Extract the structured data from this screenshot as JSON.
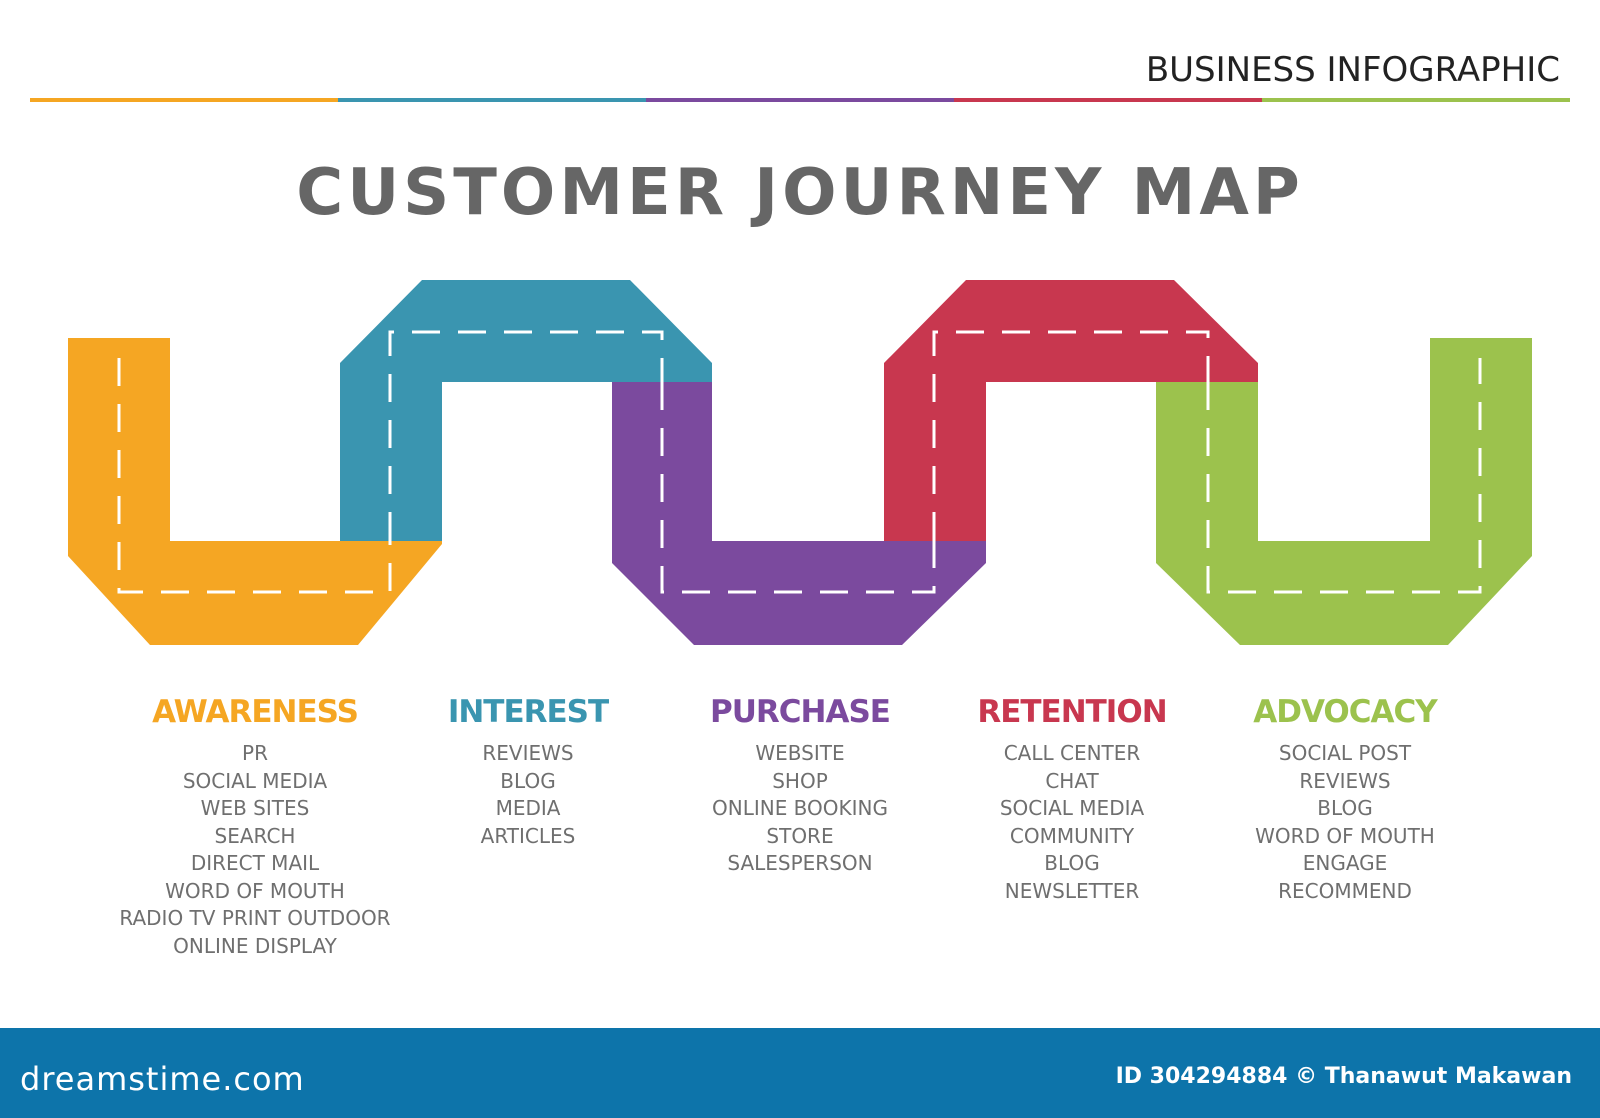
{
  "header": {
    "title": "BUSINESS INFOGRAPHIC",
    "rule_colors": [
      "#f5a623",
      "#3a95b0",
      "#7b4a9e",
      "#c8374f",
      "#9cc24d"
    ]
  },
  "title": "CUSTOMER JOURNEY MAP",
  "colors": {
    "awareness": "#f5a623",
    "interest": "#3a95b0",
    "purchase": "#7b4a9e",
    "retention": "#c8374f",
    "advocacy": "#9cc24d",
    "lane_marking": "#ffffff",
    "footer": "#0d74aa"
  },
  "stages": [
    {
      "name": "AWARENESS",
      "color": "#f5a623",
      "items": [
        "PR",
        "SOCIAL MEDIA",
        "WEB SITES",
        "SEARCH",
        "DIRECT MAIL",
        "WORD OF MOUTH",
        "RADIO TV PRINT OUTDOOR",
        "ONLINE DISPLAY"
      ]
    },
    {
      "name": "INTEREST",
      "color": "#3a95b0",
      "items": [
        "REVIEWS",
        "BLOG",
        "MEDIA",
        "ARTICLES"
      ]
    },
    {
      "name": "PURCHASE",
      "color": "#7b4a9e",
      "items": [
        "WEBSITE",
        "SHOP",
        "ONLINE BOOKING",
        "STORE",
        "SALESPERSON"
      ]
    },
    {
      "name": "RETENTION",
      "color": "#c8374f",
      "items": [
        "CALL CENTER",
        "CHAT",
        "SOCIAL MEDIA",
        "COMMUNITY",
        "BLOG",
        "NEWSLETTER"
      ]
    },
    {
      "name": "ADVOCACY",
      "color": "#9cc24d",
      "items": [
        "SOCIAL POST",
        "REVIEWS",
        "BLOG",
        "WORD OF MOUTH",
        "ENGAGE",
        "RECOMMEND"
      ]
    }
  ],
  "footer": {
    "logo": "dreamstime.com",
    "credit": "ID 304294884 © Thanawut Makawan"
  }
}
